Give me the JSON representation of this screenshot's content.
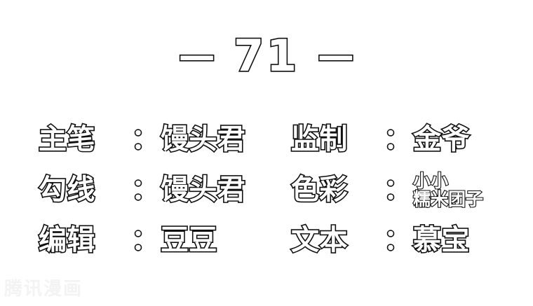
{
  "page": {
    "background_color": "#ffffff",
    "text_fill_color": "#ffffff",
    "text_outline_color": "#101010"
  },
  "header": {
    "left_dash": "—",
    "chapter_number": "71",
    "right_dash": "—"
  },
  "credits": {
    "colon": "：",
    "rows": [
      {
        "left": {
          "label": "主笔",
          "value": "馒头君"
        },
        "right": {
          "label": "监制",
          "value": "金爷"
        }
      },
      {
        "left": {
          "label": "勾线",
          "value": "馒头君"
        },
        "right": {
          "label": "色彩",
          "value_line1": "小小",
          "value_line2": "糯米团子"
        }
      },
      {
        "left": {
          "label": "编辑",
          "value": "豆豆"
        },
        "right": {
          "label": "文本",
          "value": "慕宝"
        }
      }
    ]
  },
  "watermark": {
    "text": "腾讯漫画"
  }
}
